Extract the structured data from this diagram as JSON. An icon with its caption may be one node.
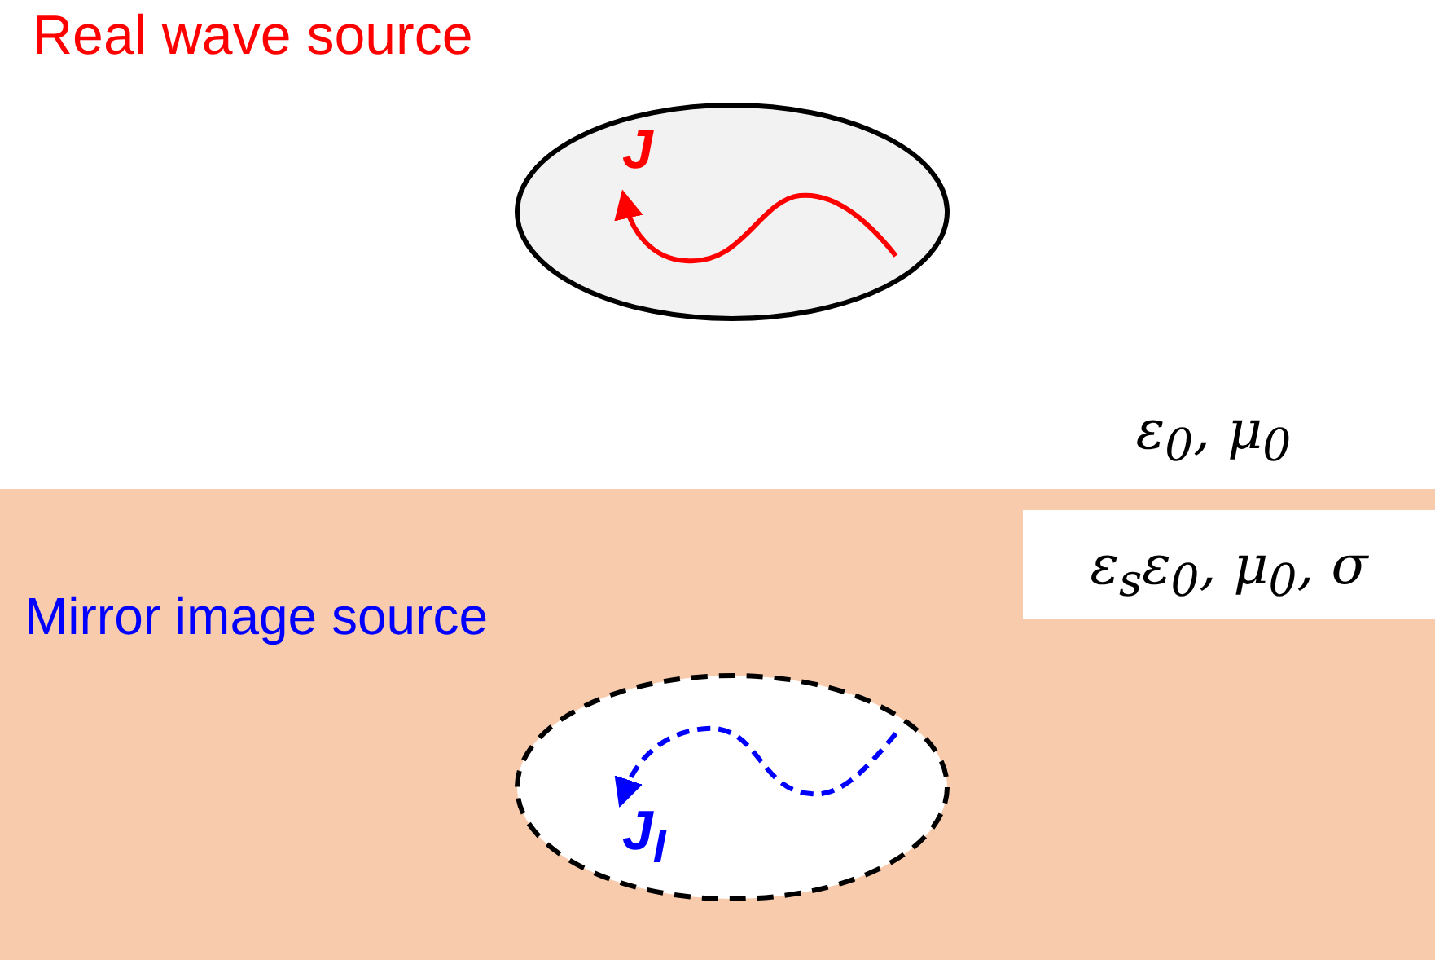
{
  "diagram": {
    "nodes": [
      {
        "text": [
          "J"
        ],
        "beside": [
          "Real wave source"
        ]
      },
      {
        "text": [
          "Mirror image source",
          "ε$_{s}$ε$_{0}$, μ$_{0}$, σ"
        ]
      },
      {
        "text": [
          "J$_{I}$"
        ],
        "in": 1
      }
    ],
    "labels": [
      "ε$_{0}$, μ$_{0}$"
    ]
  }
}
